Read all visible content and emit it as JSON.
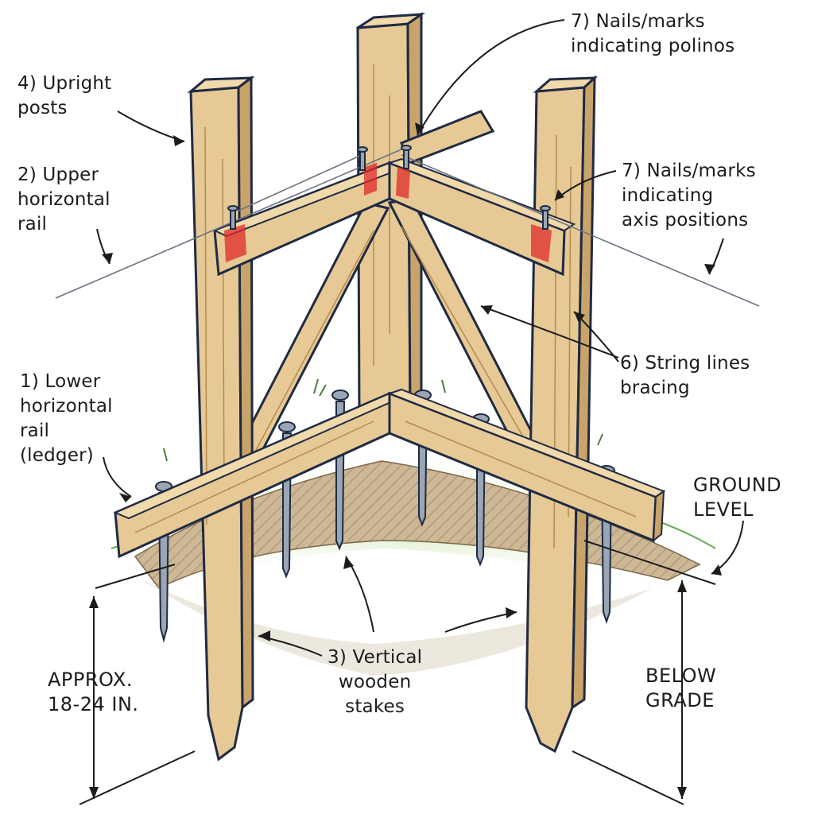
{
  "labels": {
    "upright_posts": "4) Upright\nposts",
    "upper_rail": "2) Upper\nhorizontal\nrail",
    "lower_rail": "1) Lower\nhorizontal\nrail\n(ledger)",
    "nails_top": "7) Nails/marks\nindicating polinos",
    "nails_axis": "7) Nails/marks\nindicating\naxis positions",
    "string_lines": "6) String lines\nbracing",
    "ground_level": "GROUND\nLEVEL",
    "below_grade": "BELOW\nGRADE",
    "depth": "APPROX.\n18-24 IN.",
    "stakes": "3) Vertical\nwooden\nstakes"
  },
  "colors": {
    "wood": "#e6c994",
    "wood_shade": "#c9a46a",
    "outline": "#1f2a44",
    "soil": "#b59c7c",
    "grass": "#bfe0a4",
    "mark": "#e02a2a",
    "metal": "#9aa6b3"
  }
}
